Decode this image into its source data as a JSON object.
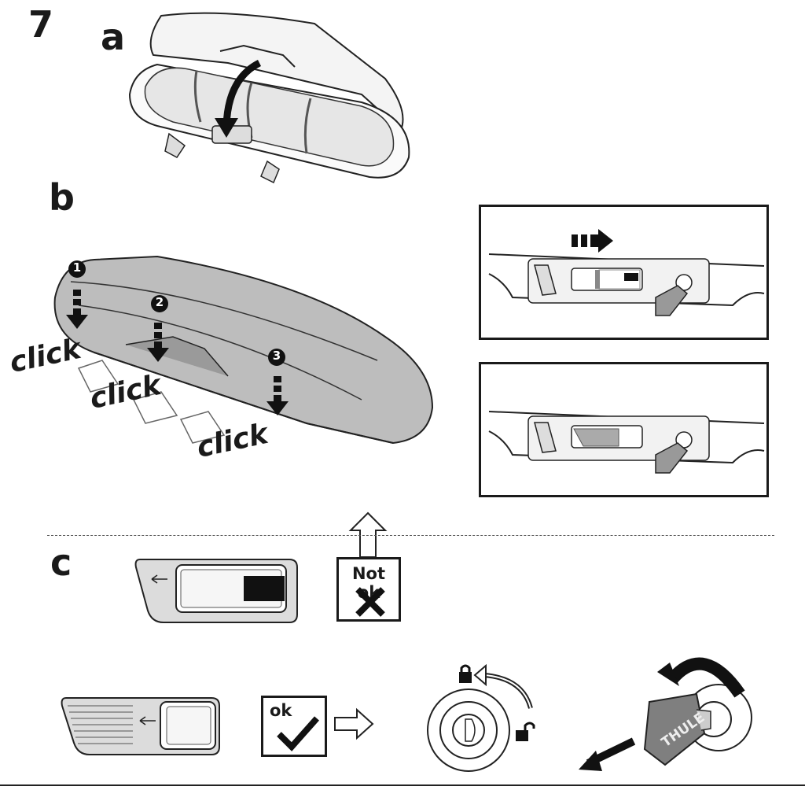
{
  "step": "7",
  "sections": {
    "a": "a",
    "b": "b",
    "c": "c"
  },
  "click_labels": [
    "click",
    "click",
    "click"
  ],
  "markers": [
    "1",
    "2",
    "3"
  ],
  "signs": {
    "not_ok": "Not ok",
    "ok": "ok"
  },
  "key_brand": "THULE",
  "icons": [
    "down-arrow-icon",
    "right-arrow-icon",
    "up-arrow-icon",
    "lock-icon",
    "unlock-icon",
    "rotate-arrow-icon",
    "cross-icon",
    "check-icon"
  ]
}
